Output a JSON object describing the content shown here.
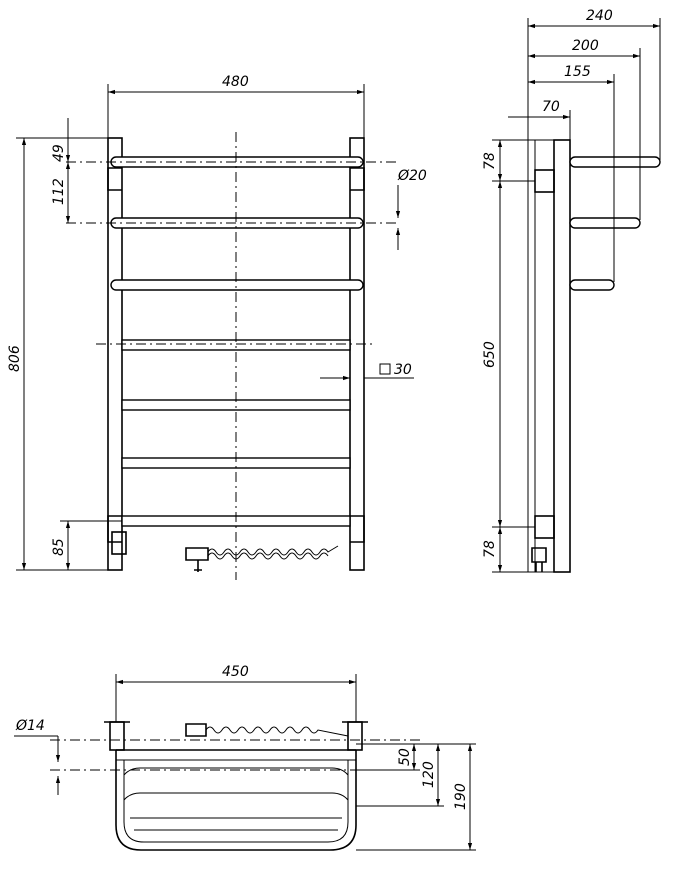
{
  "front_view": {
    "width_label": "480",
    "height_label": "806",
    "top_gap_label": "49",
    "pitch_label": "112",
    "bottom_label": "85",
    "pipe_dia_label": "Ø20",
    "square_label": "30"
  },
  "side_view": {
    "d240": "240",
    "d200": "200",
    "d155": "155",
    "d70": "70",
    "top78": "78",
    "mid650": "650",
    "bot78": "78"
  },
  "bottom_view": {
    "width_label": "450",
    "dia_label": "Ø14",
    "d50": "50",
    "d120": "120",
    "d190": "190"
  }
}
